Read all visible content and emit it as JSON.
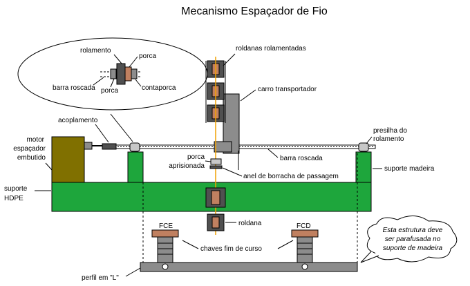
{
  "title": "Mecanismo Espaçador de Fio",
  "labels": {
    "rolamento": "rolamento",
    "porca_top": "porca",
    "barra_roscada_detail": "barra roscada",
    "porca_bottom": "porca",
    "contaporca": "contaporca",
    "roldanas_rolamentadas": "roldanas rolamentadas",
    "carro_transportador": "carro transportador",
    "acoplamento": "acoplamento",
    "presilha_line1": "presilha do",
    "presilha_line2": "rolamento",
    "motor_line1": "motor",
    "motor_line2": "espaçador",
    "motor_line3": "embutido",
    "barra_roscada": "barra roscada",
    "porca_aprisionada_line1": "porca",
    "porca_aprisionada_line2": "aprisionada",
    "suporte_madeira": "suporte madeira",
    "anel_borracha": "anel de borracha de passagem",
    "suporte_hdpe_line1": "suporte",
    "suporte_hdpe_line2": "HDPE",
    "roldana": "roldana",
    "fce": "FCE",
    "fcd": "FCD",
    "chaves_fim_curso": "chaves fim de curso",
    "perfil_l": "perfil em \"L\"",
    "note_line1": "Esta estrutura deve",
    "note_line2": "ser parafusada no",
    "note_line3": "suporte de madeira"
  },
  "colors": {
    "green": "#1ea63c",
    "motor": "#807000",
    "gray": "#8c8c8c",
    "dark": "#505050",
    "copper": "#c08060",
    "wire": "#f0a000"
  }
}
